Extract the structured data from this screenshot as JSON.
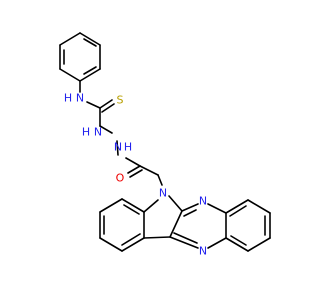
{
  "molecule": {
    "atom_labels": {
      "n_amine": "N",
      "h_amine": "H",
      "sulfur": "S",
      "nh_left": "H",
      "n_hyd1": "N",
      "n_hyd2": "N",
      "h_hyd2": "H",
      "oxygen": "O",
      "n_indole": "N",
      "n_pyrazine_top": "N",
      "n_pyrazine_bottom": "N"
    },
    "colors": {
      "carbon_bond": "#000000",
      "nitrogen": "#2222ee",
      "oxygen": "#ee0000",
      "sulfur": "#b8a000"
    }
  }
}
